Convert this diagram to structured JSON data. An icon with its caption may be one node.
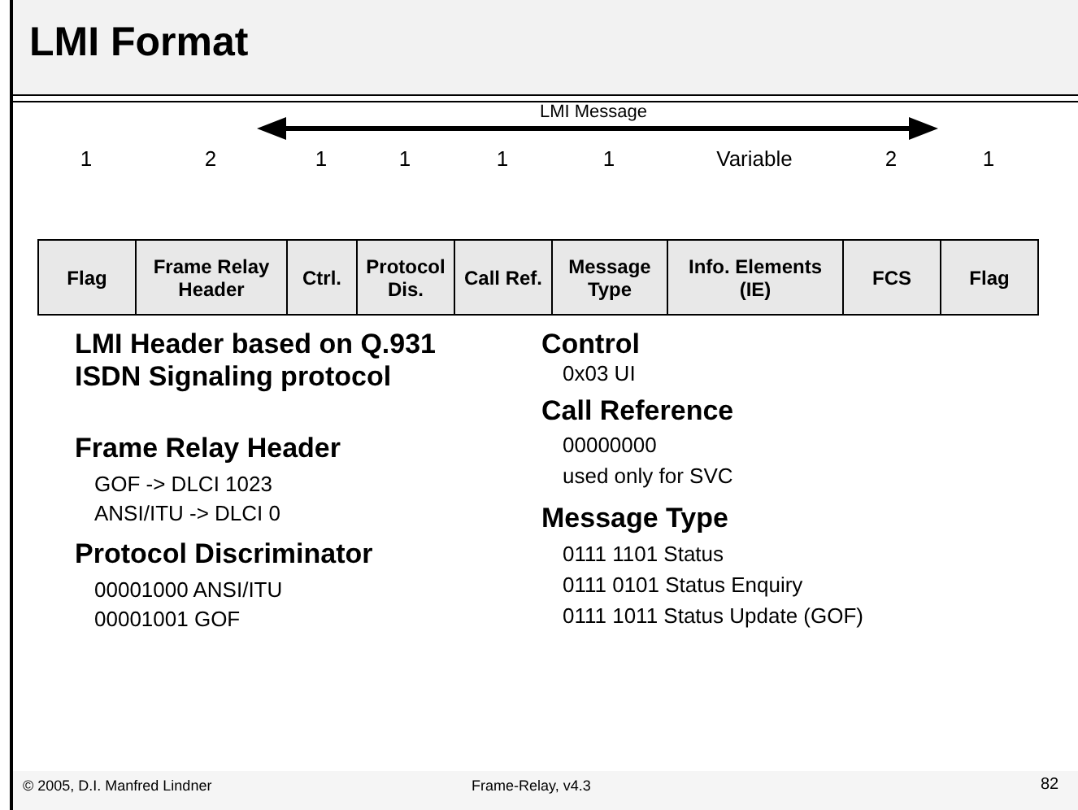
{
  "diagram": {
    "title": "LMI Format",
    "labels": [
      "LMI Message",
      "1",
      "2",
      "1",
      "1",
      "1",
      "1",
      "Variable",
      "2",
      "1",
      "Flag",
      "Frame Relay Header",
      "Ctrl.",
      "Protocol Dis.",
      "Call Ref.",
      "Message Type",
      "Info. Elements (IE)",
      "FCS",
      "Flag",
      "LMI Header based on Q.931 ISDN Signaling protocol",
      "Frame Relay Header",
      "GOF -> DLCI 1023",
      "ANSI/ITU -> DLCI 0",
      "Protocol Discriminator",
      "00001000 ANSI/ITU",
      "00001001 GOF",
      "Control",
      "0x03 UI",
      "Call Reference",
      "00000000",
      "used only for SVC",
      "Message Type",
      "0111 1101 Status",
      "0111 0101 Status Enquiry",
      "0111 1011 Status Update (GOF)",
      "© 2005, D.I. Manfred Lindner",
      "Frame-Relay, v4.3",
      "82"
    ]
  }
}
